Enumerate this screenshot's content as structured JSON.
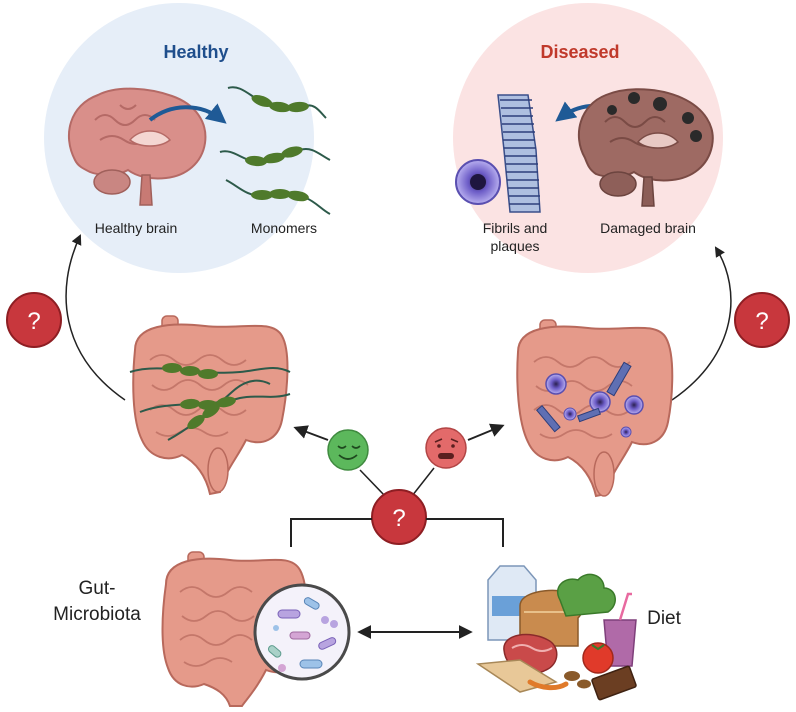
{
  "healthy": {
    "title": "Healthy",
    "brain_label": "Healthy brain",
    "monomer_label": "Monomers"
  },
  "diseased": {
    "title": "Diseased",
    "fibril_label_line1": "Fibrils and",
    "fibril_label_line2": "plaques",
    "brain_label": "Damaged brain"
  },
  "bottom": {
    "gut_label_line1": "Gut-",
    "gut_label_line2": "Microbiota",
    "diet_label": "Diet"
  },
  "question_mark": "?",
  "colors": {
    "healthy_title": "#1f4e8c",
    "diseased_title": "#c0392b",
    "healthy_bg": "#e6eef8",
    "diseased_bg": "#fbe3e3",
    "question_bg": "#c8373d",
    "happy_face": "#5cb85c",
    "sad_face": "#e36a6a",
    "monomer": "#4f7a2b",
    "gut": "#e59a8a"
  },
  "icons": {
    "happy": "smiley-face-icon",
    "sad": "worried-face-icon",
    "question": "question-mark-icon"
  }
}
